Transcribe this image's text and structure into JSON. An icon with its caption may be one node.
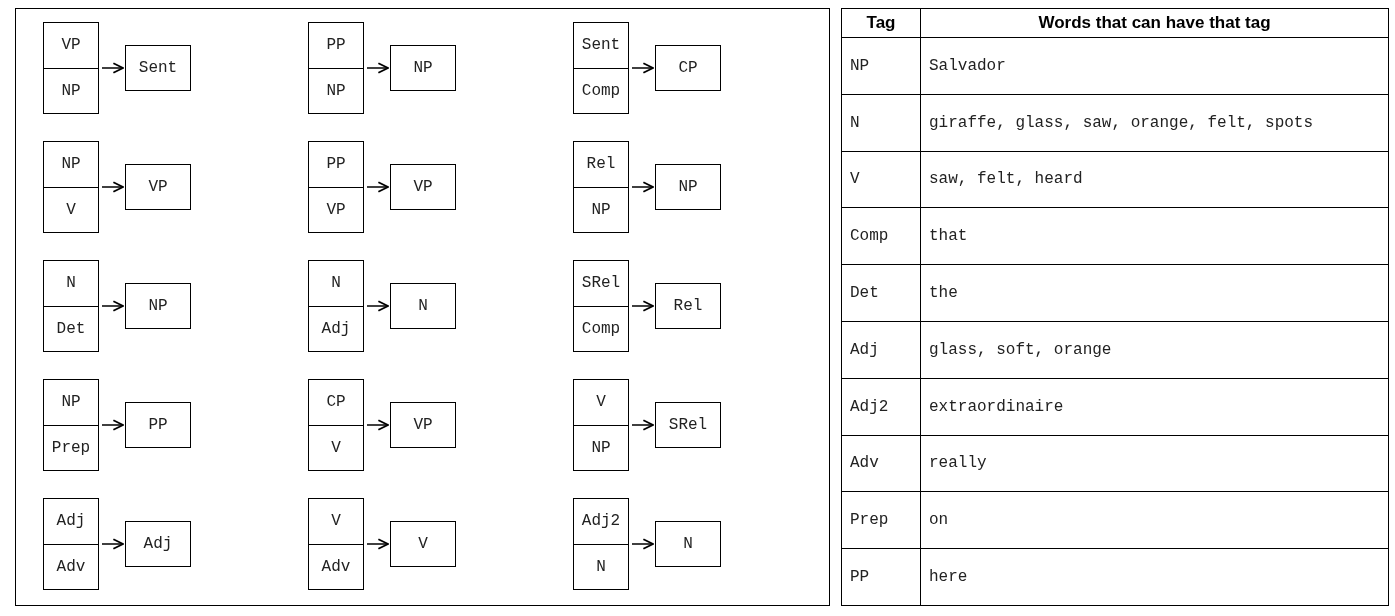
{
  "diagram": {
    "nodes": [
      {
        "text": [
          "VP",
          "NP"
        ]
      },
      {
        "text": [
          "Sent"
        ]
      },
      {
        "text": [
          "PP",
          "NP"
        ]
      },
      {
        "text": [
          "NP"
        ]
      },
      {
        "text": [
          "Sent",
          "Comp"
        ]
      },
      {
        "text": [
          "CP"
        ]
      },
      {
        "text": [
          "NP",
          "V"
        ]
      },
      {
        "text": [
          "VP"
        ]
      },
      {
        "text": [
          "PP",
          "VP"
        ]
      },
      {
        "text": [
          "VP"
        ]
      },
      {
        "text": [
          "Rel",
          "NP"
        ]
      },
      {
        "text": [
          "NP"
        ]
      },
      {
        "text": [
          "N",
          "Det"
        ]
      },
      {
        "text": [
          "NP"
        ]
      },
      {
        "text": [
          "N",
          "Adj"
        ]
      },
      {
        "text": [
          "N"
        ]
      },
      {
        "text": [
          "SRel",
          "Comp"
        ]
      },
      {
        "text": [
          "Rel"
        ]
      },
      {
        "text": [
          "NP",
          "Prep"
        ]
      },
      {
        "text": [
          "PP"
        ]
      },
      {
        "text": [
          "CP",
          "V"
        ]
      },
      {
        "text": [
          "VP"
        ]
      },
      {
        "text": [
          "V",
          "NP"
        ]
      },
      {
        "text": [
          "SRel"
        ]
      },
      {
        "text": [
          "Adj",
          "Adv"
        ]
      },
      {
        "text": [
          "Adj"
        ]
      },
      {
        "text": [
          "V",
          "Adv"
        ]
      },
      {
        "text": [
          "V"
        ]
      },
      {
        "text": [
          "Adj2",
          "N"
        ]
      },
      {
        "text": [
          "N"
        ]
      }
    ],
    "edges": [
      {
        "from": 0,
        "to": 1,
        "arrow": "to"
      },
      {
        "from": 2,
        "to": 3,
        "arrow": "to"
      },
      {
        "from": 4,
        "to": 5,
        "arrow": "to"
      },
      {
        "from": 6,
        "to": 7,
        "arrow": "to"
      },
      {
        "from": 8,
        "to": 9,
        "arrow": "to"
      },
      {
        "from": 10,
        "to": 11,
        "arrow": "to"
      },
      {
        "from": 12,
        "to": 13,
        "arrow": "to"
      },
      {
        "from": 14,
        "to": 15,
        "arrow": "to"
      },
      {
        "from": 16,
        "to": 17,
        "arrow": "to"
      },
      {
        "from": 18,
        "to": 19,
        "arrow": "to"
      },
      {
        "from": 20,
        "to": 21,
        "arrow": "to"
      },
      {
        "from": 22,
        "to": 23,
        "arrow": "to"
      },
      {
        "from": 24,
        "to": 25,
        "arrow": "to"
      },
      {
        "from": 26,
        "to": 27,
        "arrow": "to"
      },
      {
        "from": 28,
        "to": 29,
        "arrow": "to"
      }
    ],
    "labels": [
      "Tag",
      "Words that can have that tag",
      "NP",
      "Salvador",
      "N",
      "giraffe, glass, saw, orange, felt, spots",
      "V",
      "saw, felt, heard",
      "Comp",
      "that",
      "Det",
      "the",
      "Adj",
      "glass, soft, orange",
      "Adj2",
      "extraordinaire",
      "Adv",
      "really",
      "Prep",
      "on",
      "PP",
      "here"
    ]
  }
}
